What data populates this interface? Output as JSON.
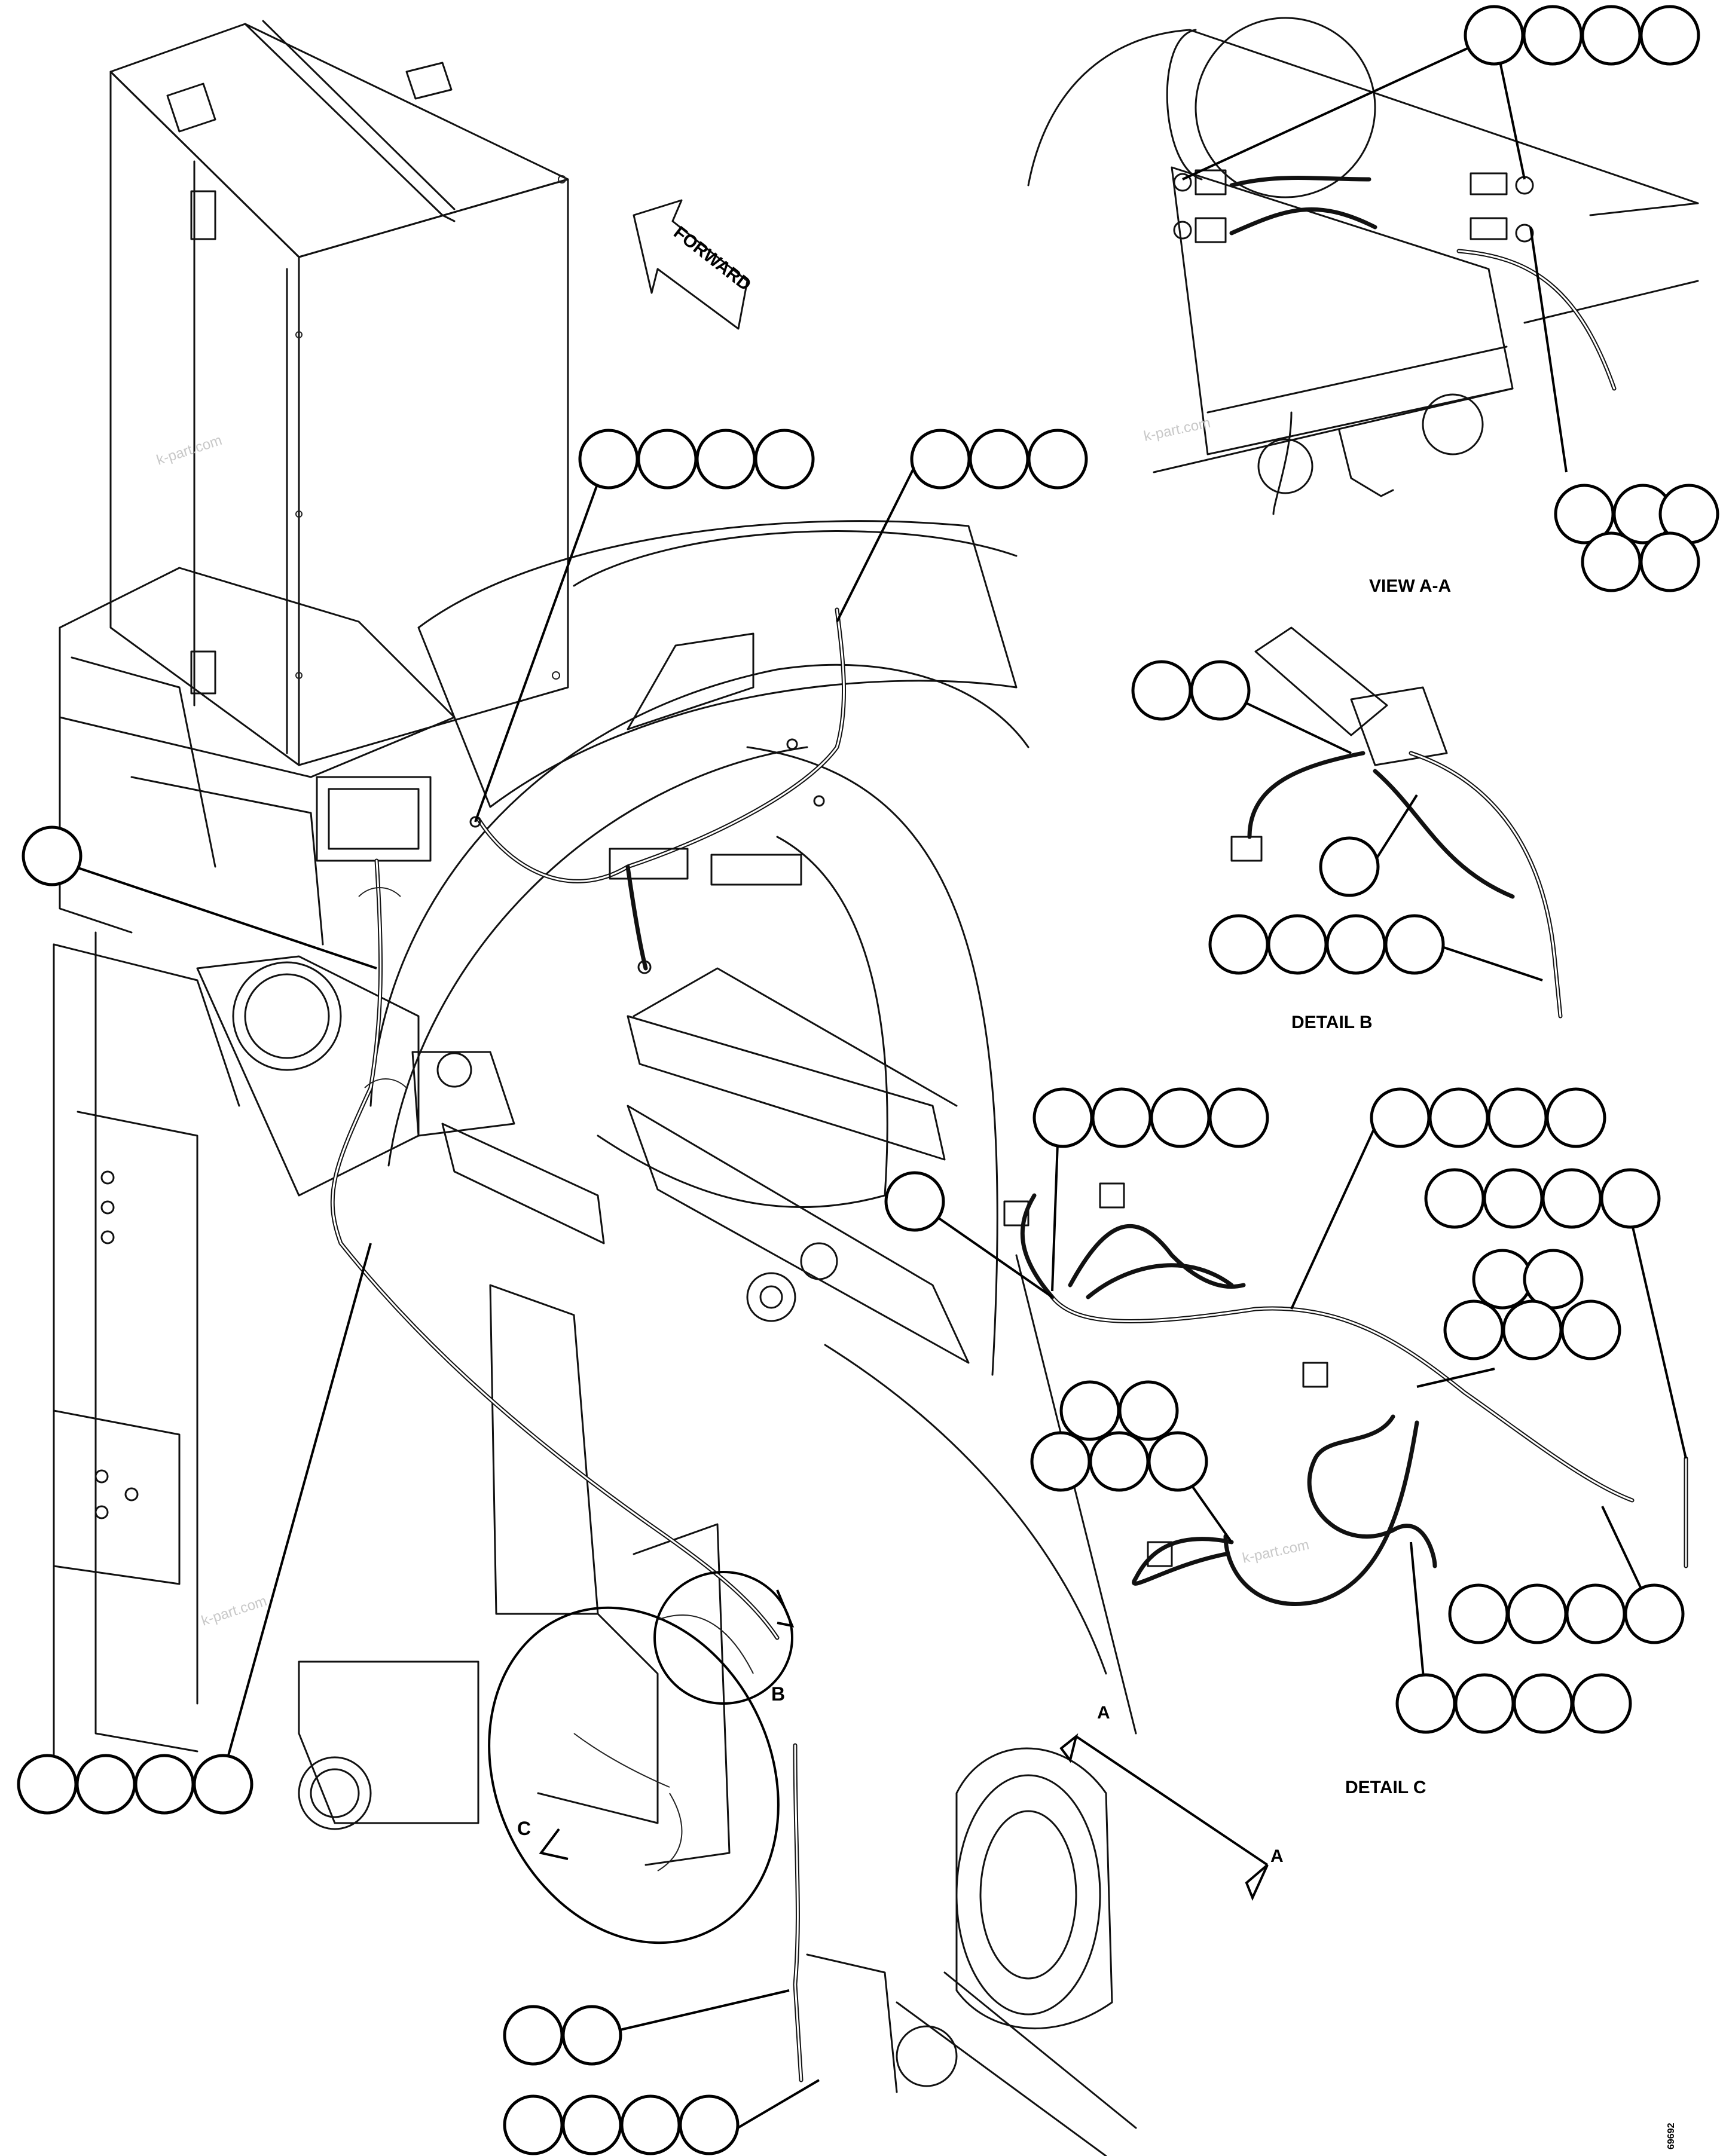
{
  "labels": {
    "forward": "FORWARD",
    "view_aa": "VIEW A-A",
    "detail_b": "DETAIL B",
    "detail_c": "DETAIL C",
    "section_a_top": "A",
    "section_a_bottom": "A",
    "marker_b": "B",
    "marker_c": "C",
    "watermark": "k-part.com",
    "drawing_number": "69692"
  },
  "callout_groups": [
    {
      "name": "view-aa-top-callouts",
      "count": 4
    },
    {
      "name": "view-aa-bottom-callouts",
      "count": 5
    },
    {
      "name": "upper-harness-callouts",
      "count": 4
    },
    {
      "name": "upper-right-harness-callouts",
      "count": 3
    },
    {
      "name": "left-single-callout",
      "count": 1
    },
    {
      "name": "detail-b-top-callouts",
      "count": 2
    },
    {
      "name": "detail-b-middle-callout",
      "count": 1
    },
    {
      "name": "detail-b-bottom-callouts",
      "count": 4
    },
    {
      "name": "detail-c-left-callouts",
      "count": 4
    },
    {
      "name": "detail-c-center-callouts",
      "count": 4
    },
    {
      "name": "detail-c-right-callouts",
      "count": 4
    },
    {
      "name": "detail-c-single-callout",
      "count": 1
    },
    {
      "name": "detail-c-cluster-callouts",
      "count": 5
    },
    {
      "name": "detail-c-lower-left-callouts",
      "count": 5
    },
    {
      "name": "detail-c-bottom-right-callouts",
      "count": 4
    },
    {
      "name": "detail-c-bottom-callouts",
      "count": 4
    },
    {
      "name": "lower-left-callouts",
      "count": 4
    },
    {
      "name": "bottom-callouts-pair",
      "count": 2
    },
    {
      "name": "bottom-callouts-four",
      "count": 4
    }
  ]
}
